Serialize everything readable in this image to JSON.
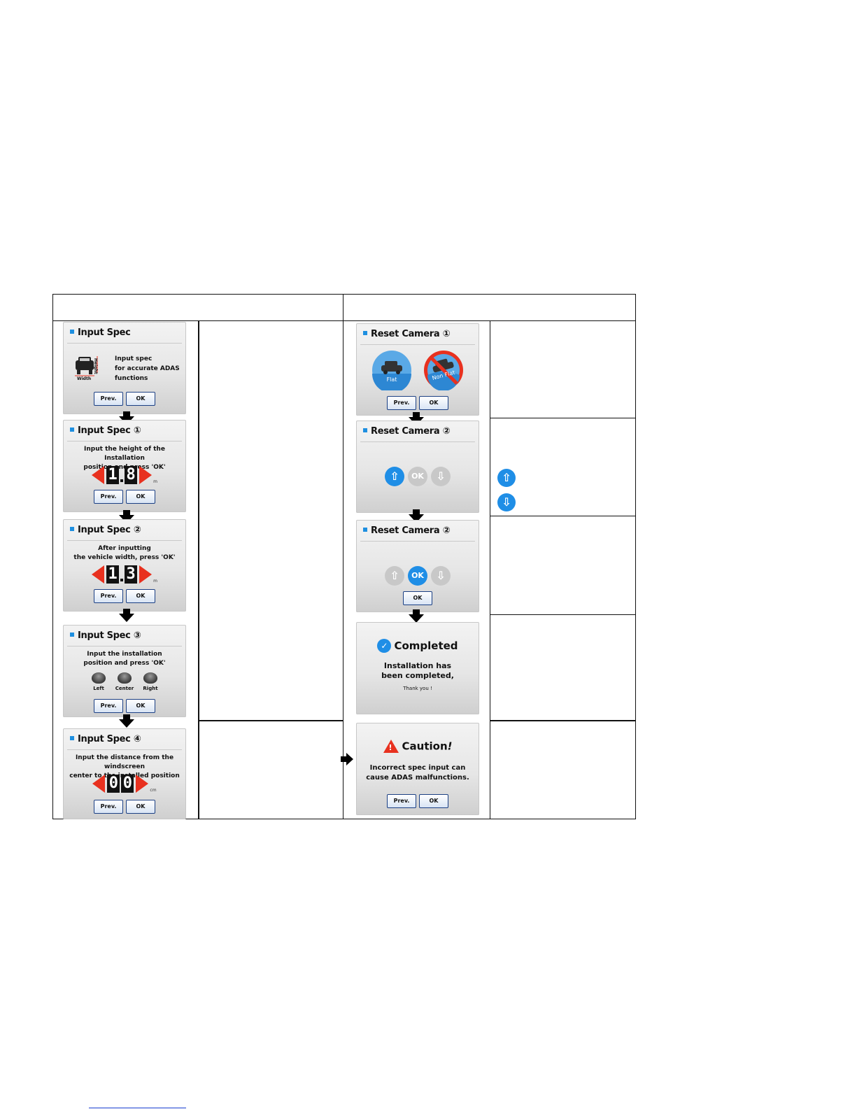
{
  "s1": {
    "title": "Input Spec",
    "line1": "Input spec",
    "line2": "for accurate ADAS",
    "line3": "functions",
    "width_label": "Width",
    "height_label": "Height",
    "prev": "Prev.",
    "ok": "OK"
  },
  "s2": {
    "title": "Input Spec ①",
    "line1": "Input the height of the Installation",
    "line2": "position and press 'OK'",
    "d1": "1",
    "d2": "8",
    "unit": "m",
    "prev": "Prev.",
    "ok": "OK"
  },
  "s3": {
    "title": "Input Spec ②",
    "line1": "After inputting",
    "line2": "the vehicle width, press 'OK'",
    "d1": "1",
    "d2": "3",
    "unit": "m",
    "prev": "Prev.",
    "ok": "OK"
  },
  "s4": {
    "title": "Input Spec ③",
    "line1": "Input the installation",
    "line2": "position and press 'OK'",
    "left": "Left",
    "center": "Center",
    "right": "Right",
    "prev": "Prev.",
    "ok": "OK"
  },
  "s5": {
    "title": "Input Spec ④",
    "line1": "Input the distance from the windscreen",
    "line2": "center to the installed position",
    "d1": "0",
    "d2": "0",
    "unit": "cm",
    "prev": "Prev.",
    "ok": "OK"
  },
  "r1": {
    "title": "Reset Camera ①",
    "flat": "Flat",
    "nonflat": "Non Flat",
    "prev": "Prev.",
    "ok": "OK"
  },
  "r2": {
    "title": "Reset Camera ②",
    "ok_circle": "OK"
  },
  "r3": {
    "title": "Reset Camera ②",
    "ok_circle": "OK",
    "ok": "OK"
  },
  "r4": {
    "title": "Completed",
    "line1": "Installation has",
    "line2": "been completed,",
    "line3": "Thank you !"
  },
  "r5": {
    "title": "Caution",
    "excl": "!",
    "line1": "Incorrect spec input can",
    "line2": "cause ADAS malfunctions.",
    "prev": "Prev.",
    "ok": "OK"
  },
  "colors": {
    "accent": "#1f8ee6",
    "arrow_red": "#e8311f",
    "line": "#111111"
  }
}
